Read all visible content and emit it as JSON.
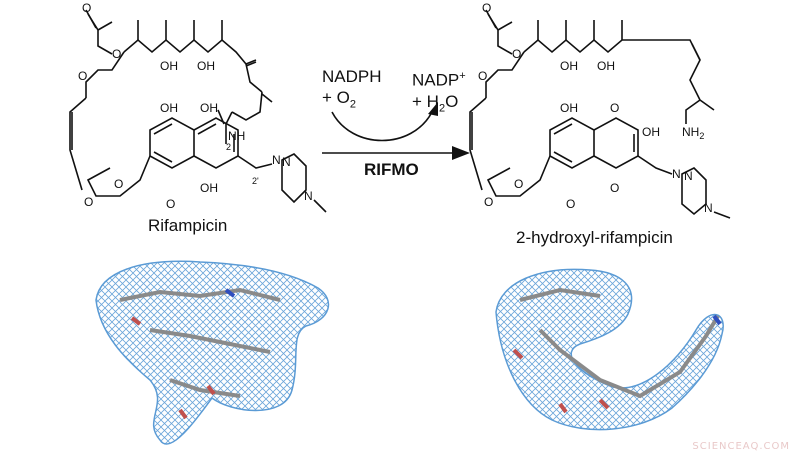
{
  "reaction": {
    "reactant_name": "Rifampicin",
    "product_name": "2-hydroxyl-rifampicin",
    "cofactor_in_line1": "NADPH",
    "cofactor_in_line2_prefix": "+ O",
    "cofactor_in_line2_sub": "2",
    "cofactor_out_line1_base": "NADP",
    "cofactor_out_line1_sup": "+",
    "cofactor_out_line2_prefix": "+ H",
    "cofactor_out_line2_sub": "2",
    "cofactor_out_line2_suffix": "O",
    "enzyme": "RIFMO"
  },
  "atom_labels": {
    "oh": "OH",
    "o": "O",
    "n": "N",
    "nh": "NH",
    "nh2_base": "NH",
    "nh2_sub": "2",
    "position_2": "2",
    "position_2prime": "2'"
  },
  "density_maps": {
    "mesh_color": "#5b9bd5",
    "stick_color": "#8a8a8a",
    "oxygen_color": "#c0504d",
    "nitrogen_color": "#2f4fbf"
  },
  "watermark": "SCIENCEAQ.COM"
}
